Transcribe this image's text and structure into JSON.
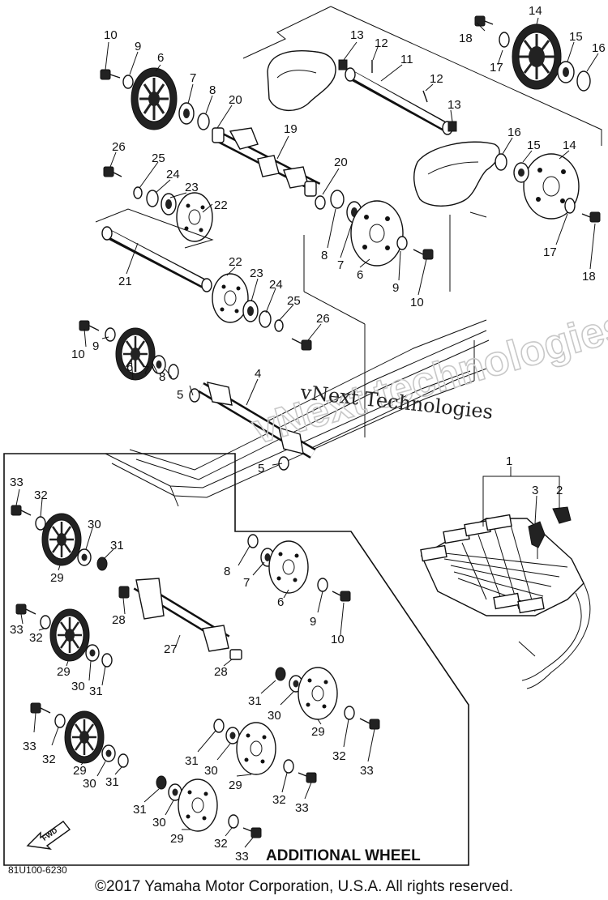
{
  "callouts": {
    "c1": "1",
    "c2": "2",
    "c3": "3",
    "c4": "4",
    "c5": "5",
    "c6": "6",
    "c7": "7",
    "c8": "8",
    "c9": "9",
    "c10": "10",
    "c11": "11",
    "c12": "12",
    "c13": "13",
    "c14": "14",
    "c15": "15",
    "c16": "16",
    "c17": "17",
    "c18": "18",
    "c19": "19",
    "c20": "20",
    "c21": "21",
    "c22": "22",
    "c23": "23",
    "c24": "24",
    "c25": "25",
    "c26": "26",
    "c27": "27",
    "c28": "28",
    "c29": "29",
    "c30": "30",
    "c31": "31",
    "c32": "32",
    "c33": "33"
  },
  "inset_title": "ADDITIONAL WHEEL",
  "diagram_code": "81U100-6230",
  "fwd_label": "FWD",
  "watermark": {
    "logo_text": "vNext technologies",
    "caption": "vNext Technologies"
  },
  "copyright": "©2017 Yamaha Motor Corporation, U.S.A. All rights reserved."
}
